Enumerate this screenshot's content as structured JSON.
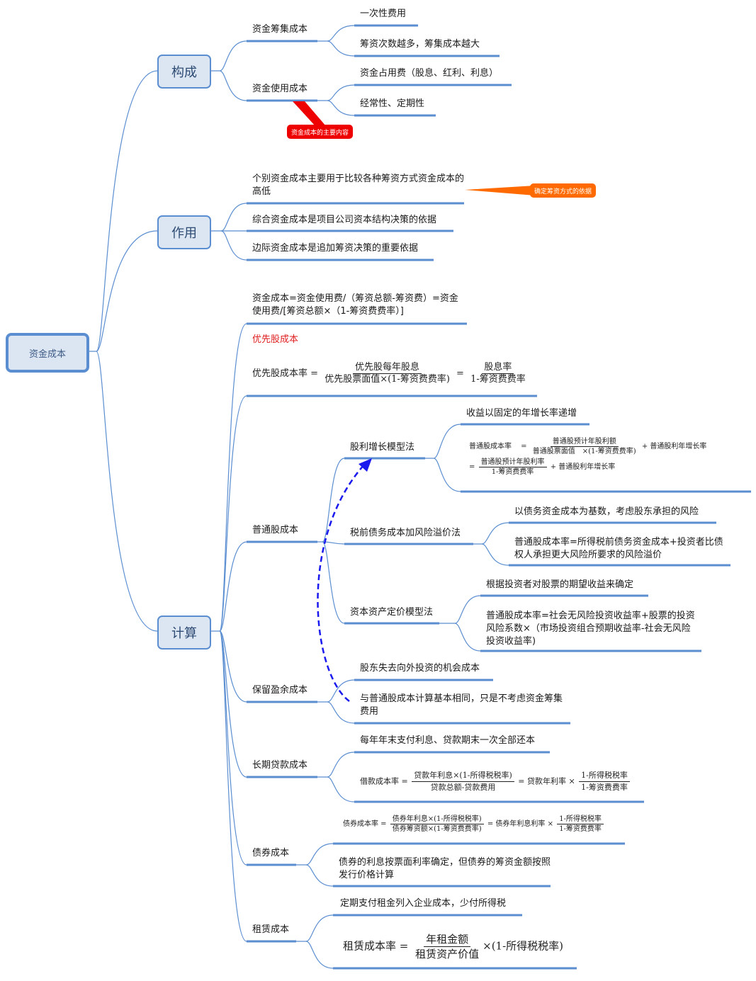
{
  "root": {
    "label": "资金成本"
  },
  "colors": {
    "line": "#5b8ed1",
    "box_fill": "#dce6f3",
    "arrow": "#1a1aee",
    "callout_red": "#ee0000",
    "callout_orange": "#ff6a00"
  },
  "composition": {
    "label": "构成",
    "raising_cost": {
      "label": "资金筹集成本",
      "children": [
        "一次性费用",
        "筹资次数越多，筹集成本越大"
      ]
    },
    "usage_cost": {
      "label": "资金使用成本",
      "children": [
        "资金占用费（股息、红利、利息）",
        "经常性、定期性"
      ],
      "callout": "资金成本的主要内容"
    }
  },
  "function": {
    "label": "作用",
    "items": [
      "个别资金成本主要用于比较各种筹资方式资金成本的高低",
      "综合资金成本是项目公司资本结构决策的依据",
      "边际资金成本是追加筹资决策的重要依据"
    ],
    "callout": "确定筹资方式的依据"
  },
  "calculation": {
    "label": "计算",
    "general_formula": "资金成本=资金使用费/（筹资总额-筹资费）=资金使用费/[筹资总额×（1-筹资费费率）]",
    "preferred_title": "优先股成本",
    "preferred_formula": {
      "lhs": "优先股成本率",
      "num1": "优先股每年股息",
      "den1": "优先股票面值×(1-筹资费费率)",
      "num2": "股息率",
      "den2": "1-筹资费费率"
    },
    "common": {
      "label": "普通股成本",
      "dividend_growth": {
        "label": "股利增长模型法",
        "note": "收益以固定的年增长率递增",
        "formula": {
          "lhs": "普通股成本率",
          "num1": "普通股预计年股利额",
          "den1": "普通股票面值　×(1-筹资费费率)",
          "plus1": "+ 普通股利年增长率",
          "num2": "普通股预计年股利率",
          "den2": "1-筹资费费率",
          "plus2": "+ 普通股利年增长率"
        }
      },
      "risk_premium": {
        "label": "税前债务成本加风险溢价法",
        "note": "以债务资金成本为基数，考虑股东承担的风险",
        "formula": "普通股成本率=所得税前债务资金成本+投资者比债权人承担更大风险所要求的风险溢价"
      },
      "capm": {
        "label": "资本资产定价模型法",
        "note": "根据投资者对股票的期望收益来确定",
        "formula": "普通股成本率=社会无风险投资收益率+股票的投资风险系数×（市场投资组合预期收益率-社会无风险投资收益率)"
      }
    },
    "retained": {
      "label": "保留盈余成本",
      "children": [
        "股东失去向外投资的机会成本",
        "与普通股成本计算基本相同，只是不考虑资金筹集费用"
      ]
    },
    "loan": {
      "label": "长期贷款成本",
      "note": "每年年末支付利息、贷款期末一次全部还本",
      "formula": {
        "lhs": "借款成本率",
        "num1": "贷款年利息×(1-所得税税率)",
        "den1": "贷款总额-贷款费用",
        "mid": "贷款年利率",
        "num2": "1-所得税税率",
        "den2": "1-筹资费费率"
      }
    },
    "bond": {
      "label": "债券成本",
      "formula": {
        "lhs": "债券成本率",
        "num1": "债券年利息×(1-所得税税率)",
        "den1": "债券筹资额×(1-筹资费费率)",
        "mid": "债券年利息利率",
        "num2": "1-所得税税率",
        "den2": "1-筹资费费率"
      },
      "note": "债券的利息按票面利率确定，但债券的筹资金额按照发行价格计算"
    },
    "lease": {
      "label": "租赁成本",
      "note": "定期支付租金列入企业成本，少付所得税",
      "formula": {
        "lhs": "租赁成本率",
        "num": "年租金额",
        "den": "租赁资产价值",
        "tail": "×(1-所得税税率)"
      }
    }
  }
}
